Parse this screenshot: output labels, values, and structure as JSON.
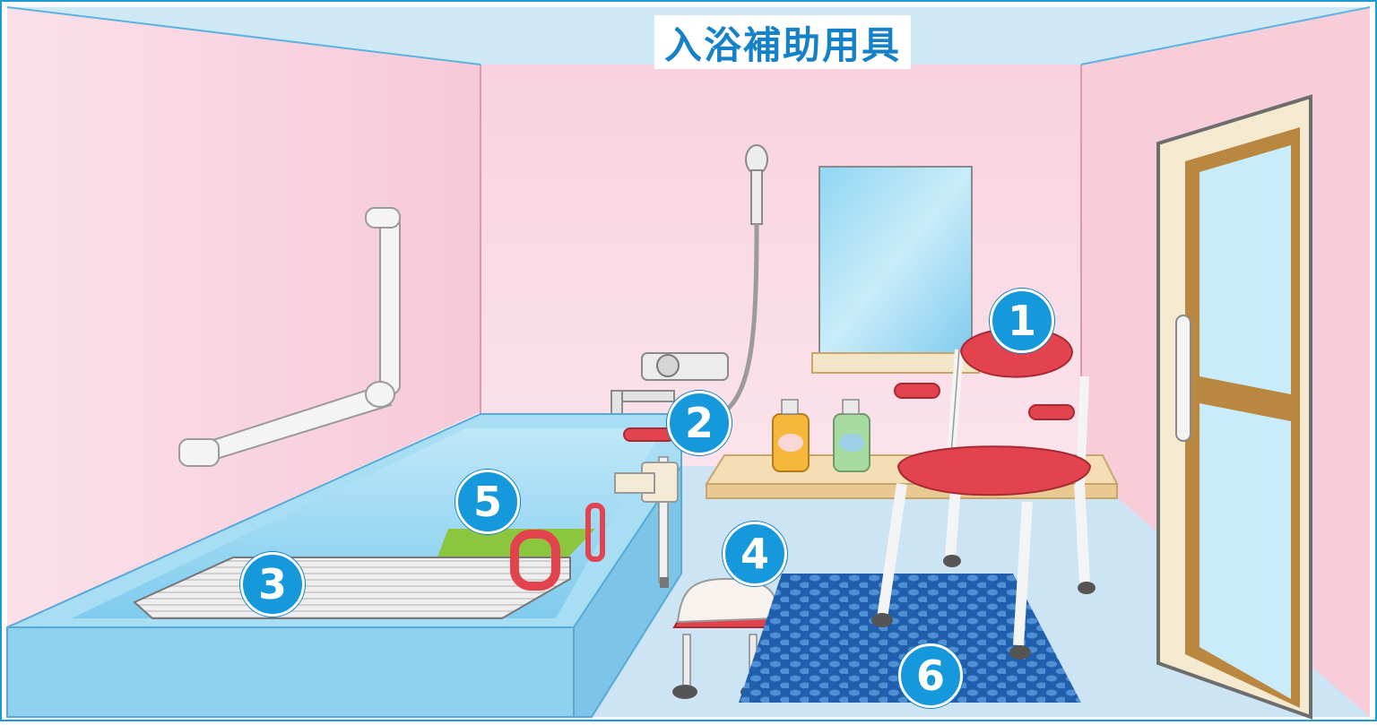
{
  "title": "入浴補助用具",
  "markers": [
    {
      "id": "1",
      "label": "1"
    },
    {
      "id": "2",
      "label": "2"
    },
    {
      "id": "3",
      "label": "3"
    },
    {
      "id": "4",
      "label": "4"
    },
    {
      "id": "5",
      "label": "5"
    },
    {
      "id": "6",
      "label": "6"
    }
  ],
  "colors": {
    "wall": "#f9d3e0",
    "ceiling": "#cfe8f6",
    "floor": "#cfe5f5",
    "tub": "#8fd3f0",
    "accent_red": "#e2434f",
    "marker_blue": "#1598dc",
    "title_blue": "#1581c8",
    "mat_blue": "#1f64b3",
    "tub_mat_green": "#8cc63f"
  },
  "icons": {
    "shower_chair": "shower-chair-icon",
    "tub_grab_bar": "tub-grab-bar-icon",
    "bath_board": "bath-board-icon",
    "bath_stool": "bath-stool-icon",
    "tub_mat": "tub-mat-icon",
    "floor_mat": "floor-mat-icon"
  }
}
